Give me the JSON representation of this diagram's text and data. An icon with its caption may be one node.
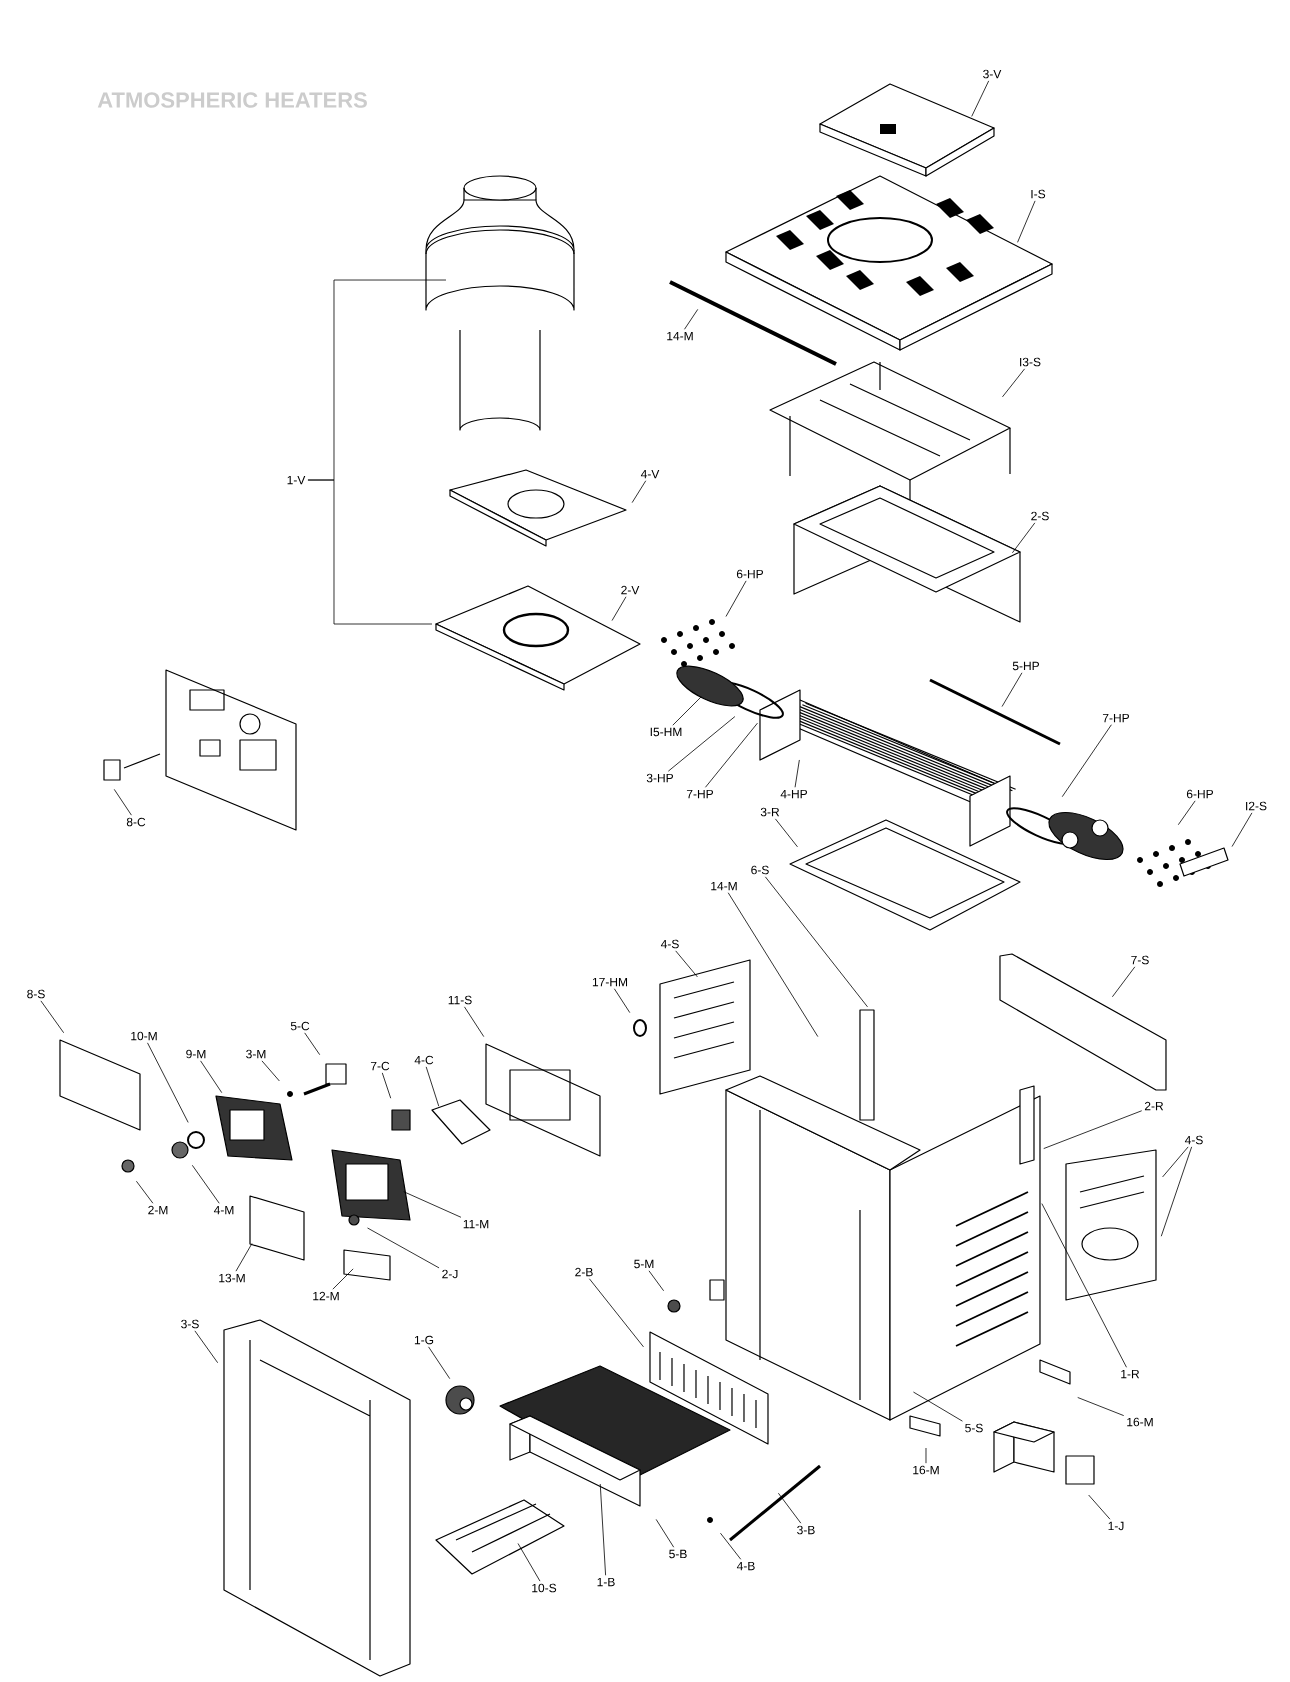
{
  "diagram": {
    "title": "ATMOSPHERIC HEATERS",
    "nodes": [
      {
        "text": [
          "3-V"
        ]
      },
      {
        "text": [
          "I-S"
        ]
      },
      {
        "text": [
          "14-M"
        ]
      },
      {
        "text": [
          "I3-S"
        ]
      },
      {
        "text": [
          "1-V"
        ]
      },
      {
        "text": [
          "4-V"
        ]
      },
      {
        "text": [
          "2-V"
        ]
      },
      {
        "text": [
          "2-S"
        ]
      },
      {
        "text": [
          "6-HP"
        ]
      },
      {
        "text": [
          "5-HP"
        ]
      },
      {
        "text": [
          "I5-HM"
        ]
      },
      {
        "text": [
          "7-HP"
        ]
      },
      {
        "text": [
          "3-HP"
        ]
      },
      {
        "text": [
          "7-HP"
        ]
      },
      {
        "text": [
          "4-HP"
        ]
      },
      {
        "text": [
          "6-HP"
        ]
      },
      {
        "text": [
          "I2-S"
        ]
      },
      {
        "text": [
          "3-R"
        ]
      },
      {
        "text": [
          "8-C"
        ]
      },
      {
        "text": [
          "6-S"
        ]
      },
      {
        "text": [
          "14-M"
        ]
      },
      {
        "text": [
          "4-S"
        ]
      },
      {
        "text": [
          "7-S"
        ]
      },
      {
        "text": [
          "17-HM"
        ]
      },
      {
        "text": [
          "8-S"
        ]
      },
      {
        "text": [
          "11-S"
        ]
      },
      {
        "text": [
          "5-C"
        ]
      },
      {
        "text": [
          "10-M"
        ]
      },
      {
        "text": [
          "9-M"
        ]
      },
      {
        "text": [
          "3-M"
        ]
      },
      {
        "text": [
          "4-C"
        ]
      },
      {
        "text": [
          "7-C"
        ]
      },
      {
        "text": [
          "2-R"
        ]
      },
      {
        "text": [
          "4-S"
        ]
      },
      {
        "text": [
          "2-M"
        ]
      },
      {
        "text": [
          "4-M"
        ]
      },
      {
        "text": [
          "11-M"
        ]
      },
      {
        "text": [
          "5-M"
        ]
      },
      {
        "text": [
          "2-B"
        ]
      },
      {
        "text": [
          "2-J"
        ]
      },
      {
        "text": [
          "13-M"
        ]
      },
      {
        "text": [
          "12-M"
        ]
      },
      {
        "text": [
          "3-S"
        ]
      },
      {
        "text": [
          "1-G"
        ]
      },
      {
        "text": [
          "1-R"
        ]
      },
      {
        "text": [
          "16-M"
        ]
      },
      {
        "text": [
          "5-S"
        ]
      },
      {
        "text": [
          "16-M"
        ]
      },
      {
        "text": [
          "1-J"
        ]
      },
      {
        "text": [
          "3-B"
        ]
      },
      {
        "text": [
          "5-B"
        ]
      },
      {
        "text": [
          "4-B"
        ]
      },
      {
        "text": [
          "1-B"
        ]
      },
      {
        "text": [
          "10-S"
        ]
      }
    ],
    "edges": [
      {
        "from": 0,
        "to": null,
        "arrow": "none"
      },
      {
        "from": 1,
        "to": null,
        "arrow": "none"
      },
      {
        "from": 2,
        "to": null,
        "arrow": "none"
      },
      {
        "from": 3,
        "to": null,
        "arrow": "none"
      },
      {
        "from": 4,
        "to": null,
        "arrow": "none"
      },
      {
        "from": 4,
        "to": null,
        "arrow": "none"
      },
      {
        "from": 5,
        "to": null,
        "arrow": "none"
      },
      {
        "from": 6,
        "to": null,
        "arrow": "none"
      },
      {
        "from": 7,
        "to": null,
        "arrow": "none"
      },
      {
        "from": 8,
        "to": null,
        "arrow": "none"
      },
      {
        "from": 9,
        "to": null,
        "arrow": "none"
      },
      {
        "from": 10,
        "to": null,
        "arrow": "none"
      },
      {
        "from": 11,
        "to": null,
        "arrow": "none"
      },
      {
        "from": 12,
        "to": null,
        "arrow": "none"
      },
      {
        "from": 13,
        "to": null,
        "arrow": "none"
      },
      {
        "from": 14,
        "to": null,
        "arrow": "none"
      },
      {
        "from": 15,
        "to": null,
        "arrow": "none"
      },
      {
        "from": 16,
        "to": null,
        "arrow": "none"
      },
      {
        "from": 17,
        "to": null,
        "arrow": "none"
      },
      {
        "from": 18,
        "to": null,
        "arrow": "none"
      },
      {
        "from": 19,
        "to": null,
        "arrow": "none"
      },
      {
        "from": 20,
        "to": null,
        "arrow": "none"
      },
      {
        "from": 21,
        "to": null,
        "arrow": "none"
      },
      {
        "from": 22,
        "to": null,
        "arrow": "none"
      },
      {
        "from": 23,
        "to": null,
        "arrow": "none"
      },
      {
        "from": 24,
        "to": null,
        "arrow": "none"
      },
      {
        "from": 25,
        "to": null,
        "arrow": "none"
      },
      {
        "from": 26,
        "to": null,
        "arrow": "none"
      },
      {
        "from": 27,
        "to": null,
        "arrow": "none"
      },
      {
        "from": 28,
        "to": null,
        "arrow": "none"
      },
      {
        "from": 29,
        "to": null,
        "arrow": "none"
      },
      {
        "from": 30,
        "to": null,
        "arrow": "none"
      },
      {
        "from": 31,
        "to": null,
        "arrow": "none"
      },
      {
        "from": 32,
        "to": null,
        "arrow": "none"
      },
      {
        "from": 33,
        "to": null,
        "arrow": "none"
      },
      {
        "from": 33,
        "to": null,
        "arrow": "none"
      },
      {
        "from": 34,
        "to": null,
        "arrow": "none"
      },
      {
        "from": 35,
        "to": null,
        "arrow": "none"
      },
      {
        "from": 36,
        "to": null,
        "arrow": "none"
      },
      {
        "from": 37,
        "to": null,
        "arrow": "none"
      },
      {
        "from": 38,
        "to": null,
        "arrow": "none"
      },
      {
        "from": 39,
        "to": null,
        "arrow": "none"
      },
      {
        "from": 40,
        "to": null,
        "arrow": "none"
      },
      {
        "from": 41,
        "to": null,
        "arrow": "none"
      },
      {
        "from": 42,
        "to": null,
        "arrow": "none"
      },
      {
        "from": 43,
        "to": null,
        "arrow": "none"
      },
      {
        "from": 44,
        "to": null,
        "arrow": "none"
      },
      {
        "from": 45,
        "to": null,
        "arrow": "none"
      },
      {
        "from": 46,
        "to": null,
        "arrow": "none"
      },
      {
        "from": 47,
        "to": null,
        "arrow": "none"
      },
      {
        "from": 48,
        "to": null,
        "arrow": "none"
      },
      {
        "from": 49,
        "to": null,
        "arrow": "none"
      },
      {
        "from": 50,
        "to": null,
        "arrow": "none"
      },
      {
        "from": 51,
        "to": null,
        "arrow": "none"
      },
      {
        "from": 52,
        "to": null,
        "arrow": "none"
      },
      {
        "from": 53,
        "to": null,
        "arrow": "none"
      }
    ]
  }
}
